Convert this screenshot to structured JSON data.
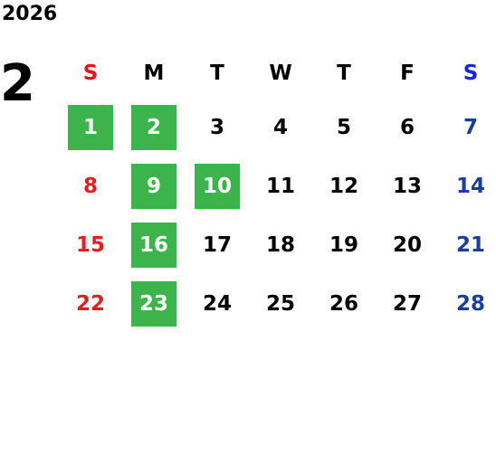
{
  "year": "2026",
  "month": "2",
  "weekdays": [
    "S",
    "M",
    "T",
    "W",
    "T",
    "F",
    "S"
  ],
  "weeks": [
    [
      "1",
      "2",
      "3",
      "4",
      "5",
      "6",
      "7"
    ],
    [
      "8",
      "9",
      "10",
      "11",
      "12",
      "13",
      "14"
    ],
    [
      "15",
      "16",
      "17",
      "18",
      "19",
      "20",
      "21"
    ],
    [
      "22",
      "23",
      "24",
      "25",
      "26",
      "27",
      "28"
    ]
  ],
  "highlighted_days": [
    "1",
    "2",
    "9",
    "10",
    "16",
    "23"
  ],
  "colors": {
    "highlight": "#3cb44b",
    "sunday": "#e02020",
    "saturday": "#1a3e9a",
    "weekday": "#000000"
  }
}
